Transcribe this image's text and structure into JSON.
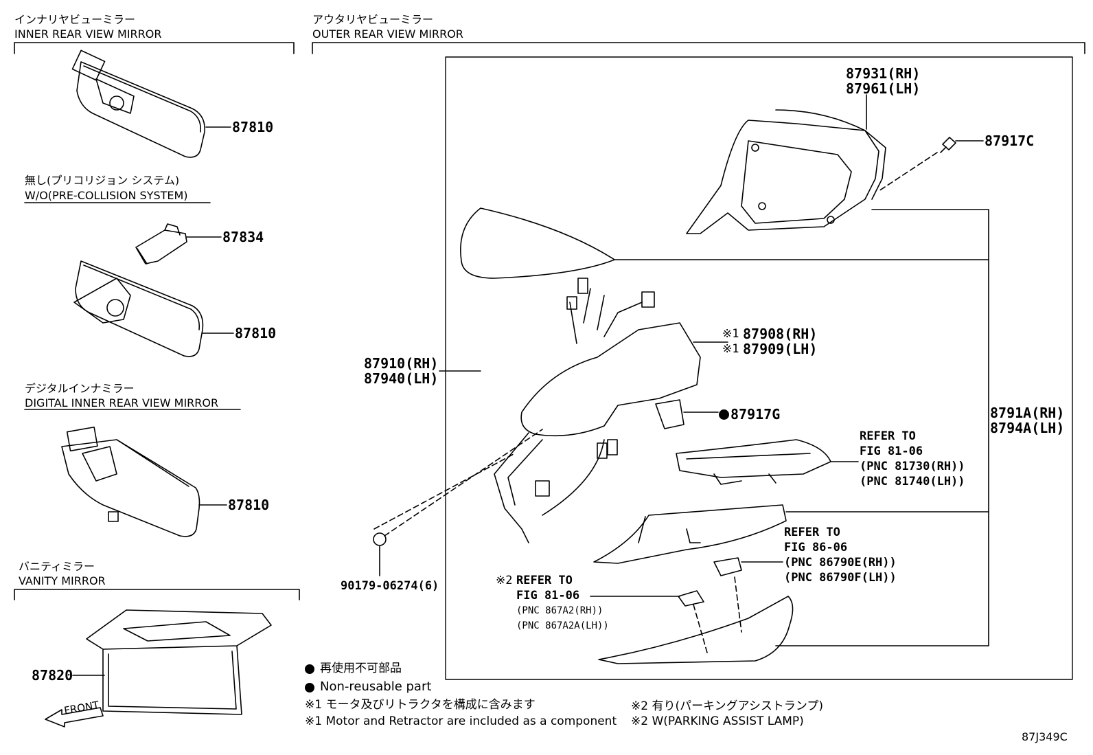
{
  "sections": {
    "inner": {
      "title_jp": "インナリヤビューミラー",
      "title_en": "INNER REAR VIEW MIRROR"
    },
    "outer": {
      "title_jp": "アウタリヤビューミラー",
      "title_en": "OUTER REAR VIEW MIRROR"
    },
    "wo_pcs": {
      "title_jp": "無し(プリコリジョン システム)",
      "title_en": "W/O(PRE-COLLISION SYSTEM)"
    },
    "digital": {
      "title_jp": "デジタルインナミラー",
      "title_en": "DIGITAL INNER REAR VIEW MIRROR"
    },
    "vanity": {
      "title_jp": "バニティミラー",
      "title_en": "VANITY MIRROR"
    }
  },
  "parts": {
    "p87810_a": "87810",
    "p87834": "87834",
    "p87810_b": "87810",
    "p87810_c": "87810",
    "p87820": "87820",
    "p87931": "87931(RH)",
    "p87961": "87961(LH)",
    "p87917c": "87917C",
    "p87908": "87908(RH)",
    "p87909": "87909(LH)",
    "mark1": "※1",
    "p87910": "87910(RH)",
    "p87940": "87940(LH)",
    "p87917g": "87917G",
    "p8791a": "8791A(RH)",
    "p8794a": "8794A(LH)",
    "p90179": "90179-06274(6)"
  },
  "refs": {
    "r1": {
      "l1": "REFER TO",
      "l2": "FIG 81-06",
      "l3": "(PNC 81730(RH))",
      "l4": "(PNC 81740(LH))"
    },
    "r2": {
      "l1": "REFER TO",
      "l2": "FIG 86-06",
      "l3": "(PNC 86790E(RH))",
      "l4": "(PNC 86790F(LH))"
    },
    "r3": {
      "mark": "※2",
      "l1": "REFER TO",
      "l2": "FIG 81-06",
      "l3": "(PNC 867A2(RH))",
      "l4": "(PNC 867A2A(LH))"
    }
  },
  "legend": {
    "nonreuse_jp": "再使用不可部品",
    "nonreuse_en": "Non-reusable part",
    "note1_jp": "※1 モータ及びリトラクタを構成に含みます",
    "note1_en": "※1 Motor and Retractor are included as a component",
    "note2_jp": "※2 有り(パーキングアシストランプ)",
    "note2_en": "※2 W(PARKING ASSIST LAMP)"
  },
  "front_label": "FRONT",
  "drawing_id": "87J349C"
}
